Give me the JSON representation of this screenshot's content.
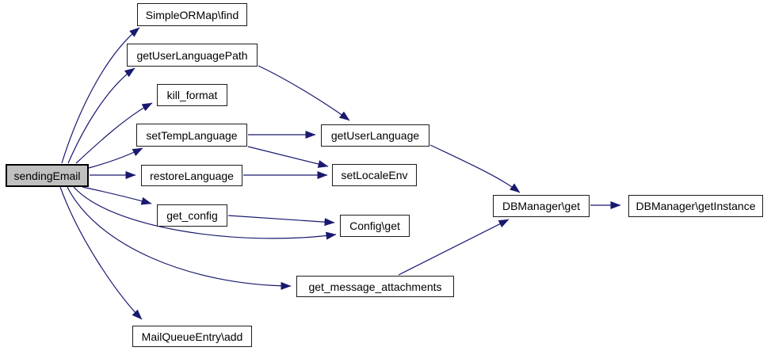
{
  "colors": {
    "edge": "#191970",
    "node_border": "#1c1c1c",
    "node_fill": "#ffffff",
    "highlight_fill": "#c0c0c0",
    "text": "#000000"
  },
  "nodes": {
    "sending_email": {
      "label": "sendingEmail",
      "highlighted": true
    },
    "simpleormap_find": {
      "label": "SimpleORMap\\find"
    },
    "get_user_language_path": {
      "label": "getUserLanguagePath"
    },
    "kill_format": {
      "label": "kill_format"
    },
    "set_temp_language": {
      "label": "setTempLanguage"
    },
    "restore_language": {
      "label": "restoreLanguage"
    },
    "get_config": {
      "label": "get_config"
    },
    "get_user_language": {
      "label": "getUserLanguage"
    },
    "set_locale_env": {
      "label": "setLocaleEnv"
    },
    "config_get": {
      "label": "Config\\get"
    },
    "get_message_attachments": {
      "label": "get_message_attachments"
    },
    "mail_queue_entry_add": {
      "label": "MailQueueEntry\\add"
    },
    "dbmanager_get": {
      "label": "DBManager\\get"
    },
    "dbmanager_get_instance": {
      "label": "DBManager\\getInstance"
    }
  },
  "edges": [
    {
      "from": "sendingEmail",
      "to": "SimpleORMap\\find"
    },
    {
      "from": "sendingEmail",
      "to": "getUserLanguagePath"
    },
    {
      "from": "sendingEmail",
      "to": "kill_format"
    },
    {
      "from": "sendingEmail",
      "to": "setTempLanguage"
    },
    {
      "from": "sendingEmail",
      "to": "restoreLanguage"
    },
    {
      "from": "sendingEmail",
      "to": "get_config"
    },
    {
      "from": "sendingEmail",
      "to": "Config\\get"
    },
    {
      "from": "sendingEmail",
      "to": "get_message_attachments"
    },
    {
      "from": "sendingEmail",
      "to": "MailQueueEntry\\add"
    },
    {
      "from": "getUserLanguagePath",
      "to": "getUserLanguage"
    },
    {
      "from": "setTempLanguage",
      "to": "getUserLanguage"
    },
    {
      "from": "setTempLanguage",
      "to": "setLocaleEnv"
    },
    {
      "from": "restoreLanguage",
      "to": "setLocaleEnv"
    },
    {
      "from": "get_config",
      "to": "Config\\get"
    },
    {
      "from": "getUserLanguage",
      "to": "DBManager\\get"
    },
    {
      "from": "get_message_attachments",
      "to": "DBManager\\get"
    },
    {
      "from": "DBManager\\get",
      "to": "DBManager\\getInstance"
    }
  ]
}
